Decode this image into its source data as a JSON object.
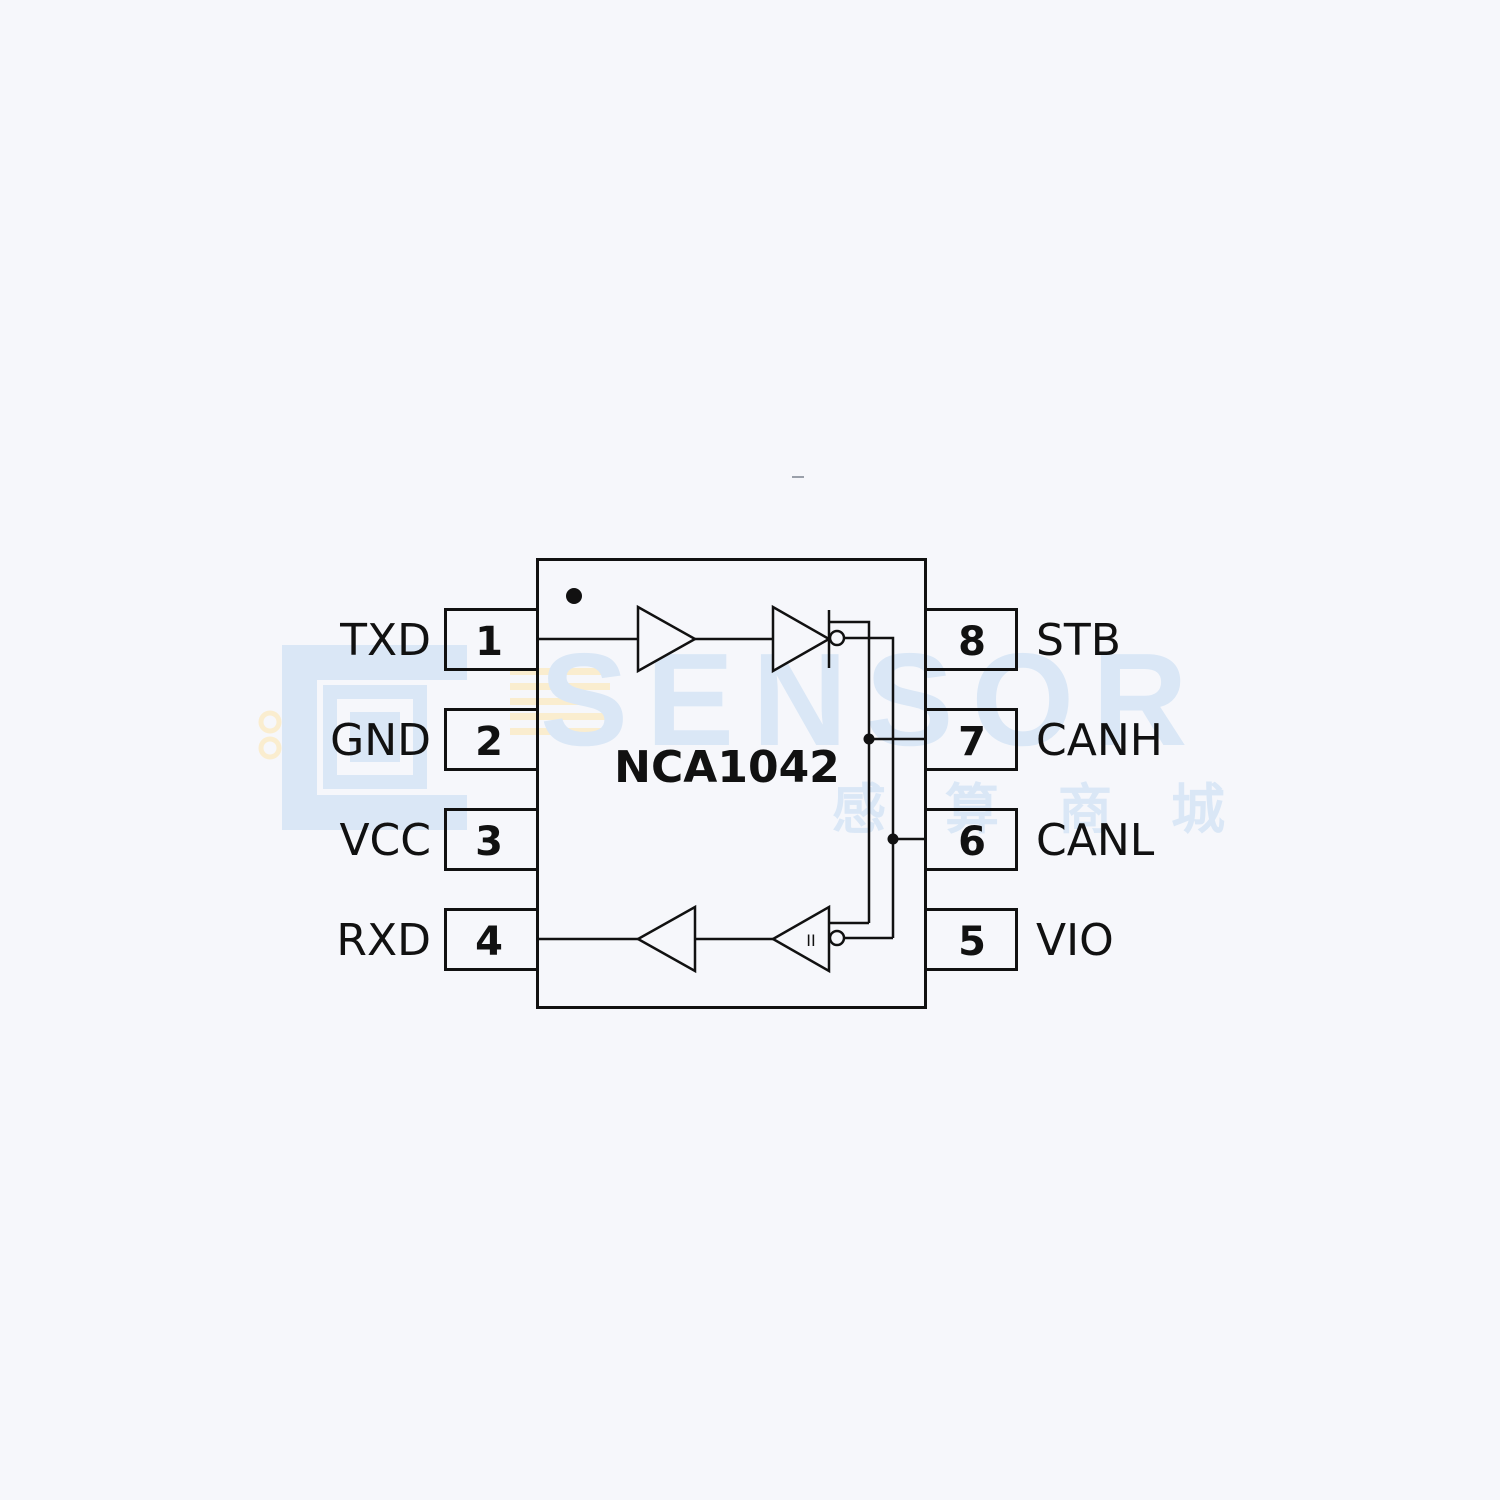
{
  "chip": {
    "part_number": "NCA1042",
    "pin1_marker": "pin-1-indicator-dot"
  },
  "pins": {
    "left": [
      {
        "number": "1",
        "name": "TXD"
      },
      {
        "number": "2",
        "name": "GND"
      },
      {
        "number": "3",
        "name": "VCC"
      },
      {
        "number": "4",
        "name": "RXD"
      }
    ],
    "right": [
      {
        "number": "8",
        "name": "STB"
      },
      {
        "number": "7",
        "name": "CANH"
      },
      {
        "number": "6",
        "name": "CANL"
      },
      {
        "number": "5",
        "name": "VIO"
      }
    ]
  },
  "blocks": {
    "transmit_path": [
      "TXD input buffer",
      "CAN driver (inverting output)"
    ],
    "receive_path": [
      "CAN receiver comparator",
      "RXD output buffer"
    ],
    "receiver_label": "II"
  },
  "watermark": {
    "latin": "SENSOR",
    "cjk": "感 算 商 城",
    "color_blue": "#d7e6f6",
    "color_yellow": "#fbeccb"
  },
  "colors": {
    "background": "#f6f7fb",
    "line": "#111111"
  }
}
